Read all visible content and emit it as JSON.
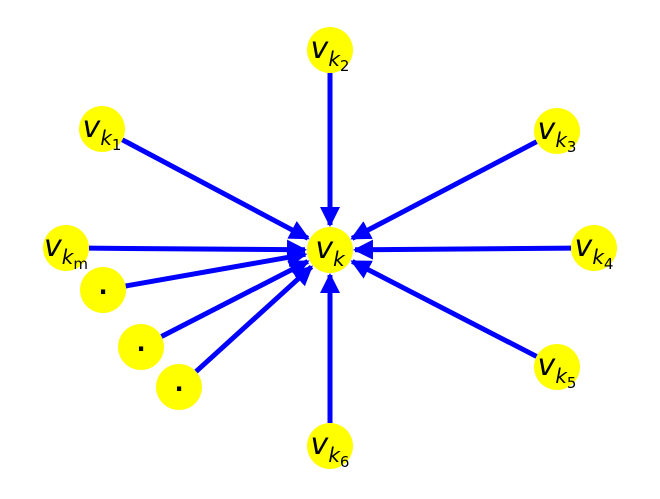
{
  "colors": {
    "node_fill": "#ffff00",
    "edge": "#0000ff",
    "text": "#000000"
  },
  "center": {
    "name": "v",
    "subscript": "k"
  },
  "neighbors": [
    {
      "name": "v",
      "subscript": "k1",
      "sub_main": "k",
      "sub_index": "1"
    },
    {
      "name": "v",
      "subscript": "k2",
      "sub_main": "k",
      "sub_index": "2"
    },
    {
      "name": "v",
      "subscript": "k3",
      "sub_main": "k",
      "sub_index": "3"
    },
    {
      "name": "v",
      "subscript": "k4",
      "sub_main": "k",
      "sub_index": "4"
    },
    {
      "name": "v",
      "subscript": "k5",
      "sub_main": "k",
      "sub_index": "5"
    },
    {
      "name": "v",
      "subscript": "k6",
      "sub_main": "k",
      "sub_index": "6"
    },
    {
      "name": "v",
      "subscript": "km",
      "sub_main": "k",
      "sub_index": "m"
    }
  ],
  "ellipsis_nodes": [
    {
      "label": "."
    },
    {
      "label": "."
    },
    {
      "label": "."
    }
  ]
}
